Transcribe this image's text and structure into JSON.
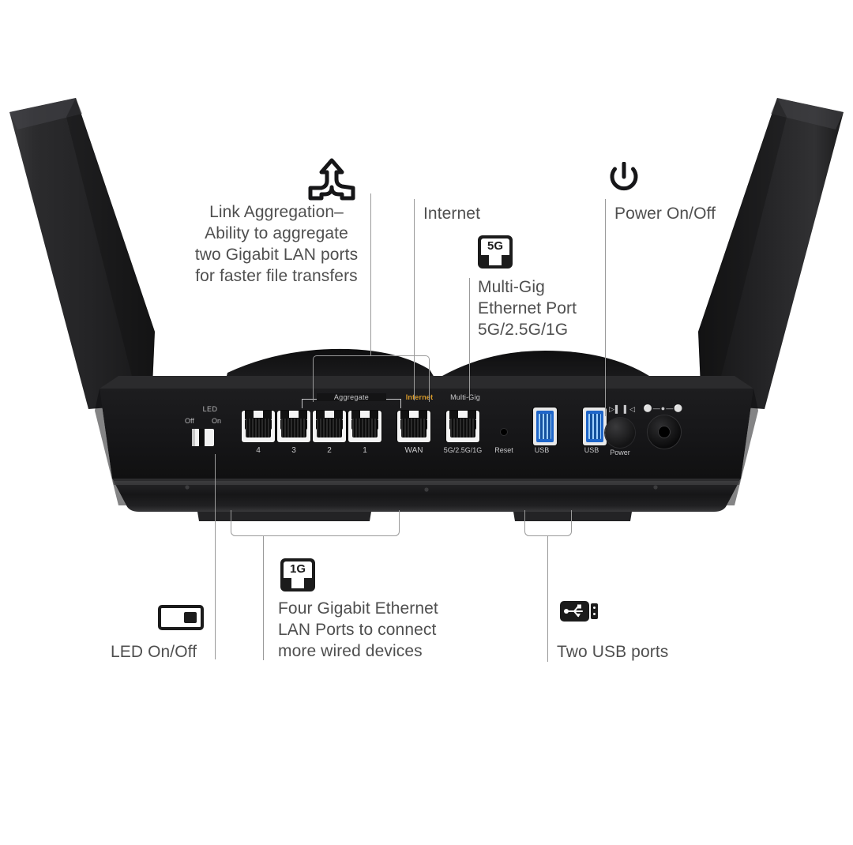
{
  "page": {
    "title": "Router back panel annotated diagram",
    "background": "#ffffff",
    "text_color": "#4f4f4f",
    "leader_color": "#9a9a9a",
    "device_color": "#1d1d1f",
    "internet_label_color": "#d79a2b"
  },
  "callouts": {
    "link_aggregation": {
      "icon": "link-aggregation-icon",
      "text": "Link Aggregation–\nAbility to aggregate\ntwo Gigabit LAN ports\nfor faster file transfers"
    },
    "internet": {
      "text": "Internet"
    },
    "multi_gig": {
      "icon": "rj45-5g-icon",
      "icon_label": "5G",
      "text": "Multi-Gig\nEthernet Port\n5G/2.5G/1G"
    },
    "power": {
      "icon": "power-icon",
      "text": "Power On/Off"
    },
    "led": {
      "icon": "led-toggle-icon",
      "text": "LED On/Off"
    },
    "lan_ports": {
      "icon": "rj45-1g-icon",
      "icon_label": "1G",
      "text": "Four Gigabit Ethernet\nLAN Ports to connect\nmore wired devices"
    },
    "usb": {
      "icon": "usb-icon",
      "text": "Two USB ports"
    }
  },
  "panel": {
    "led_switch": {
      "title": "LED",
      "off": "Off",
      "on": "On"
    },
    "aggregate_bracket_label": "Aggregate",
    "lan_port_numbers": [
      "4",
      "3",
      "2",
      "1"
    ],
    "internet_port": {
      "top_label": "Internet",
      "bottom_label": "WAN"
    },
    "multigig_port": {
      "top_label": "Multi-Gig",
      "bottom_label": "5G/2.5G/1G"
    },
    "reset_label": "Reset",
    "usb_labels": [
      "USB",
      "USB"
    ],
    "power_label": "Power"
  }
}
